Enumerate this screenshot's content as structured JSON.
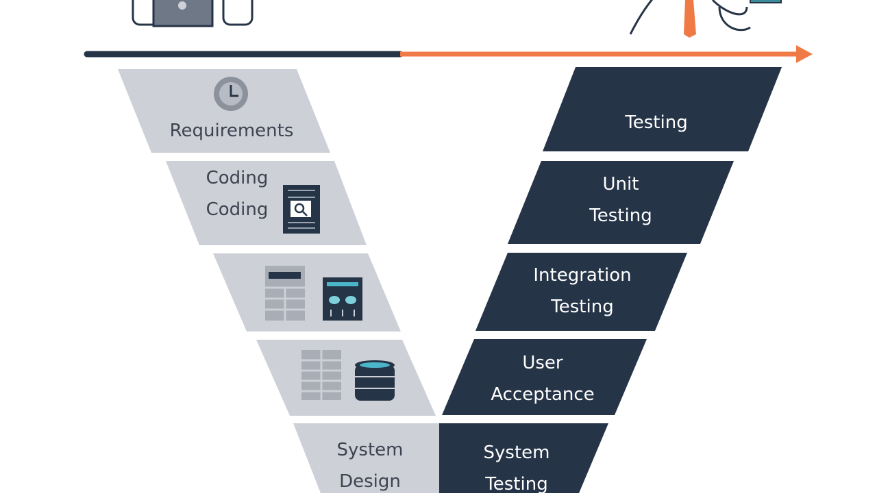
{
  "colors": {
    "dark": "#263447",
    "light": "#cdd0d6",
    "accent": "#f07a45",
    "icon_gray": "#8c929c"
  },
  "left_phases": [
    {
      "lines": [
        "Requirements"
      ],
      "icon": "clock-icon"
    },
    {
      "lines": [
        "Coding",
        "Coding"
      ],
      "icon": "code-search-icon"
    },
    {
      "lines": [],
      "icon": "architecture-blocks-icon"
    },
    {
      "lines": [],
      "icon": "database-icon"
    },
    {
      "lines": [
        "System",
        "Design"
      ],
      "icon": ""
    }
  ],
  "right_phases": [
    {
      "lines": [
        "Testing"
      ]
    },
    {
      "lines": [
        "Unit",
        "Testing"
      ]
    },
    {
      "lines": [
        "Integration",
        "Testing"
      ]
    },
    {
      "lines": [
        "User",
        "Acceptance"
      ]
    },
    {
      "lines": [
        "System",
        "Testing"
      ]
    }
  ],
  "header_icons": [
    "laptop-person-icon",
    "person-with-tie-icon"
  ]
}
